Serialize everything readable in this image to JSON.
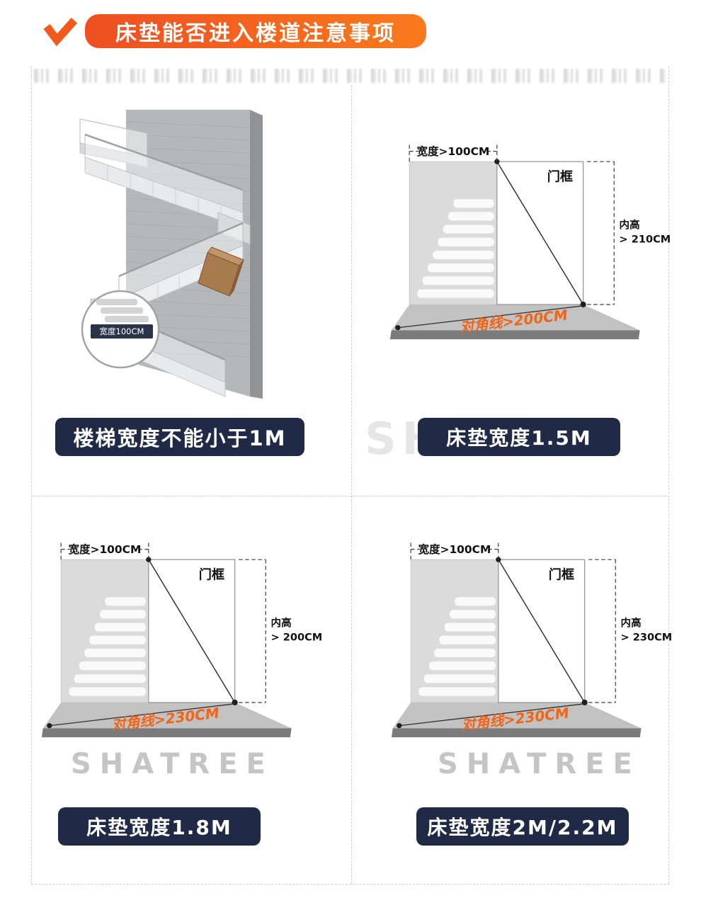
{
  "header": {
    "title": "床垫能否进入楼道注意事项"
  },
  "watermark": {
    "text": "SHATREE"
  },
  "colors": {
    "accent_orange": "#f2591d",
    "caption_navy": "#202a46",
    "diagonal_orange": "#f26417"
  },
  "panels": {
    "stairwell": {
      "callout": "宽度100CM",
      "caption": "楼梯宽度不能小于1M"
    },
    "w15": {
      "width_label": "宽度>100CM",
      "door_label": "门框",
      "height_label_line1": "内高",
      "height_label_line2": "> 210CM",
      "diagonal_label": "对角线>200CM",
      "caption": "床垫宽度1.5M"
    },
    "w18": {
      "width_label": "宽度>100CM",
      "door_label": "门框",
      "height_label_line1": "内高",
      "height_label_line2": "> 200CM",
      "diagonal_label": "对角线>230CM",
      "caption": "床垫宽度1.8M"
    },
    "w22": {
      "width_label": "宽度>100CM",
      "door_label": "门框",
      "height_label_line1": "内高",
      "height_label_line2": "> 230CM",
      "diagonal_label": "对角线>230CM",
      "caption": "床垫宽度2M/2.2M"
    }
  }
}
